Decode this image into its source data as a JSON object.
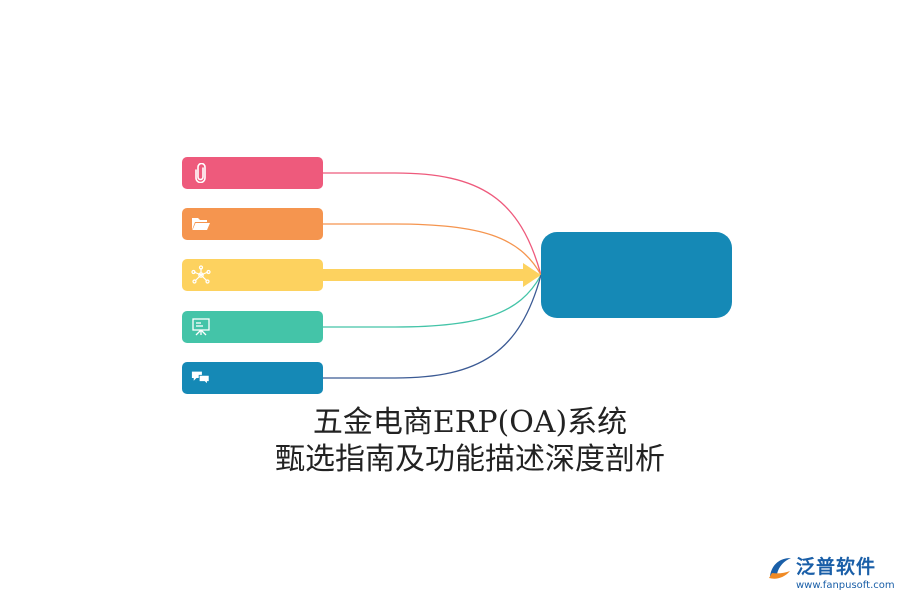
{
  "diagram": {
    "items": [
      {
        "icon": "paperclip-icon",
        "color": "#ee5a7c",
        "label": ""
      },
      {
        "icon": "folder-open-icon",
        "color": "#f5954f",
        "label": ""
      },
      {
        "icon": "network-icon",
        "color": "#fdd25f",
        "label": ""
      },
      {
        "icon": "presentation-board-icon",
        "color": "#44c4a8",
        "label": ""
      },
      {
        "icon": "chat-bubbles-icon",
        "color": "#1589b6",
        "label": ""
      }
    ],
    "highlighted_item": 2,
    "target": {
      "color": "#1589b6",
      "label": ""
    },
    "connector_colors": [
      "#ee5a7c",
      "#f5954f",
      "#fdd25f",
      "#44c4a8",
      "#3b5a94"
    ]
  },
  "caption": {
    "line1": "五金电商ERP(OA)系统",
    "line2": "甄选指南及功能描述深度剖析"
  },
  "logo": {
    "name": "泛普软件",
    "url": "www.fanpusoft.com",
    "color": "#1a5fa8"
  }
}
